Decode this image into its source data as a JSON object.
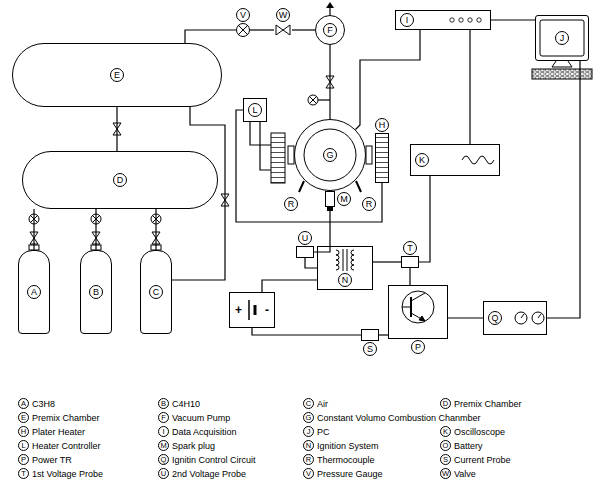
{
  "diagram": {
    "nodes": [
      {
        "text": [
          "E"
        ]
      },
      {
        "text": [
          "D"
        ]
      },
      {
        "text": [
          "A"
        ]
      },
      {
        "text": [
          "B"
        ]
      },
      {
        "text": [
          "C"
        ]
      },
      {
        "text": [
          "V"
        ]
      },
      {
        "text": [
          "W"
        ]
      },
      {
        "text": [
          "F"
        ]
      },
      {
        "text": [
          "I"
        ]
      },
      {
        "text": [
          "J"
        ]
      },
      {
        "text": [
          "L"
        ]
      },
      {
        "text": [
          "G"
        ]
      },
      {
        "text": [
          "H"
        ]
      },
      {
        "text": [
          "K"
        ]
      },
      {
        "text": [
          "M"
        ]
      },
      {
        "text": [
          "U"
        ]
      },
      {
        "text": [
          "N"
        ]
      },
      {
        "text": [
          "T"
        ]
      },
      {
        "text": [
          "+",
          "-"
        ]
      },
      {
        "text": [
          "P"
        ]
      },
      {
        "text": [
          "S"
        ]
      },
      {
        "text": [
          "Q"
        ]
      }
    ],
    "edges": [
      {
        "from": 2,
        "to": 1,
        "arrow": "none"
      },
      {
        "from": 3,
        "to": 1,
        "arrow": "none"
      },
      {
        "from": 4,
        "to": 1,
        "arrow": "none"
      },
      {
        "from": 1,
        "to": 0,
        "arrow": "none"
      },
      {
        "from": 4,
        "to": 0,
        "arrow": "none"
      },
      {
        "from": 0,
        "to": 5,
        "arrow": "none"
      },
      {
        "from": 5,
        "to": 6,
        "arrow": "none"
      },
      {
        "from": 6,
        "to": 7,
        "arrow": "none"
      },
      {
        "from": 7,
        "to": 11,
        "arrow": "none"
      },
      {
        "from": 10,
        "to": 12,
        "arrow": "none"
      },
      {
        "from": 8,
        "to": 11,
        "arrow": "none"
      },
      {
        "from": 8,
        "to": 13,
        "arrow": "none"
      },
      {
        "from": 8,
        "to": 9,
        "arrow": "none"
      },
      {
        "from": 13,
        "to": 17,
        "arrow": "none"
      },
      {
        "from": 14,
        "to": 15,
        "arrow": "none"
      },
      {
        "from": 15,
        "to": 16,
        "arrow": "none"
      },
      {
        "from": 16,
        "to": 17,
        "arrow": "none"
      },
      {
        "from": 17,
        "to": 19,
        "arrow": "none"
      },
      {
        "from": 18,
        "to": 16,
        "arrow": "none"
      },
      {
        "from": 18,
        "to": 20,
        "arrow": "none"
      },
      {
        "from": 20,
        "to": 19,
        "arrow": "none"
      },
      {
        "from": 21,
        "to": 19,
        "arrow": "none"
      },
      {
        "from": 9,
        "to": 21,
        "arrow": "none"
      }
    ],
    "labels": [
      "R",
      "R",
      "A",
      "B",
      "C",
      "D",
      "E",
      "F",
      "G",
      "H",
      "I",
      "J",
      "K",
      "L",
      "M",
      "N",
      "O",
      "P",
      "Q",
      "R",
      "S",
      "T",
      "U",
      "V",
      "W"
    ],
    "legend": [
      {
        "text": "C3H8"
      },
      {
        "text": "C4H10"
      },
      {
        "text": "Air"
      },
      {
        "text": "Premix Chamber"
      },
      {
        "text": "Premix Chamber"
      },
      {
        "text": "Vacuum Pump"
      },
      {
        "text": "Constant Volumo Combustion Chanmber"
      },
      {
        "text": "Plater Heater"
      },
      {
        "text": "Data Acquisition"
      },
      {
        "text": "PC"
      },
      {
        "text": "Oscilloscope"
      },
      {
        "text": "Heater Controller"
      },
      {
        "text": "Spark plug"
      },
      {
        "text": "Ignition System"
      },
      {
        "text": "Battery"
      },
      {
        "text": "Power TR"
      },
      {
        "text": "Ignitin Control Circuit"
      },
      {
        "text": "Thermocouple"
      },
      {
        "text": "Current Probe"
      },
      {
        "text": "1st Voltage Probe"
      },
      {
        "text": "2nd Voltage Probe"
      },
      {
        "text": "Pressure Gauge"
      },
      {
        "text": "Valve"
      }
    ]
  }
}
